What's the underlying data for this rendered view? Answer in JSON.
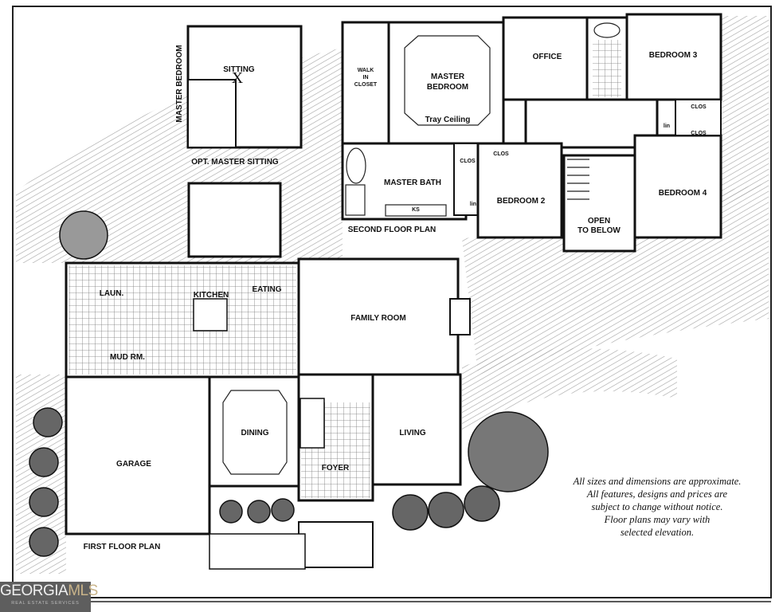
{
  "second_floor": {
    "title": "SECOND FLOOR PLAN",
    "rooms": {
      "walk_in_closet": [
        "WALK",
        "IN",
        "CLOSET"
      ],
      "master_bedroom": [
        "MASTER",
        "BEDROOM"
      ],
      "tray_ceiling": "Tray Ceiling",
      "office": "OFFICE",
      "bedroom3": "BEDROOM 3",
      "master_bath": "MASTER BATH",
      "ks": "KS",
      "clos": "CLOS",
      "lin": "lin",
      "bedroom2": "BEDROOM 2",
      "open_to_below": [
        "OPEN",
        "TO BELOW"
      ],
      "bedroom4": "BEDROOM 4"
    }
  },
  "optional": {
    "sitting": "SITTING",
    "x_mark": "X",
    "master_bedroom": "MASTER BEDROOM",
    "title": "OPT. MASTER SITTING"
  },
  "first_floor": {
    "title": "FIRST FLOOR PLAN",
    "rooms": {
      "laundry": "LAUN.",
      "kitchen": "KITCHEN",
      "eating": "EATING",
      "family_room": "FAMILY ROOM",
      "mud_room": "MUD RM.",
      "garage": "GARAGE",
      "dining": "DINING",
      "foyer": "FOYER",
      "living": "LIVING"
    }
  },
  "disclaimer": [
    "All sizes and dimensions are approximate.",
    "All features, designs and prices are",
    "subject to change without notice.",
    "Floor plans may vary with",
    "selected elevation."
  ],
  "logo": {
    "text_a": "GEORGIA",
    "text_b": "MLS",
    "tagline": "REAL ESTATE SERVICES"
  }
}
